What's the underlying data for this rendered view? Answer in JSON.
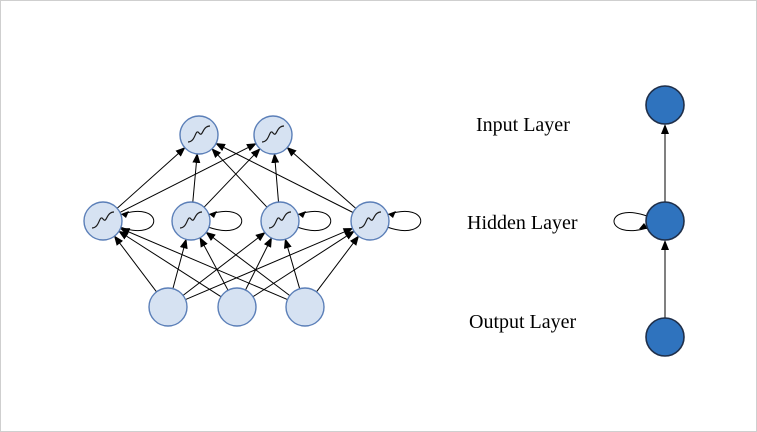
{
  "diagram": {
    "legend": {
      "labels": {
        "input": "Input Layer",
        "hidden": "Hidden Layer",
        "output": "Output Layer"
      }
    },
    "network": {
      "top_nodes": 2,
      "middle_nodes": 4,
      "bottom_nodes": 3,
      "activation_icon": "sigmoid-icon",
      "recurrent_loops": true
    },
    "colors": {
      "network_node_fill": "#d6e2f2",
      "network_node_stroke": "#5b7fb8",
      "legend_node_fill": "#2f73be",
      "legend_node_stroke": "#1f2f4a",
      "edge": "#000000"
    }
  }
}
